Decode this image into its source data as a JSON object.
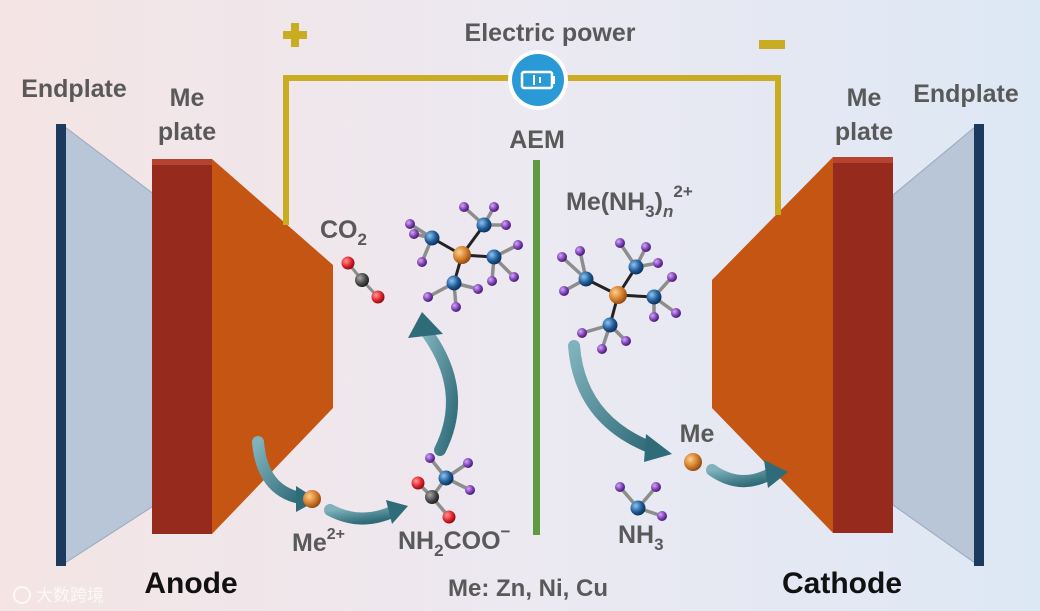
{
  "diagram": {
    "power_label": "Electric power",
    "plus_sign": "+",
    "minus_sign": "−",
    "aem_label": "AEM",
    "left_endplate": "Endplate",
    "right_endplate": "Endplate",
    "left_me_plate": {
      "line1": "Me",
      "line2": "plate"
    },
    "right_me_plate": {
      "line1": "Me",
      "line2": "plate"
    },
    "anode": "Anode",
    "cathode": "Cathode",
    "co2": {
      "base": "CO",
      "sub": "2"
    },
    "complex": {
      "pre": "Me(NH",
      "sub": "3",
      "post": ")",
      "italic": "n",
      "sup": "2+"
    },
    "me_ion": {
      "base": "Me",
      "sup": "2+"
    },
    "carbamate": {
      "pre": "NH",
      "sub": "2",
      "post": "COO",
      "sup": "−"
    },
    "nh3": {
      "base": "NH",
      "sub": "3"
    },
    "me_metal": "Me",
    "metals_note": "Me: Zn, Ni, Cu",
    "watermark": "大数跨境"
  },
  "colors": {
    "wire": "#c9ac22",
    "membrane": "#5e9a42",
    "me_plate": "#962a1c",
    "electrode": "#c55513",
    "endplate_face": "#b9c6d8",
    "endplate_edge": "#1c3a5e",
    "metal_atom": "#d17a2a",
    "nitrogen": "#1f5a95",
    "hydrogen": "#7b3fb4",
    "oxygen": "#e0222a",
    "carbon": "#4a4a4a",
    "arrow": "#4b8a96",
    "battery": "#2a9ad6"
  }
}
